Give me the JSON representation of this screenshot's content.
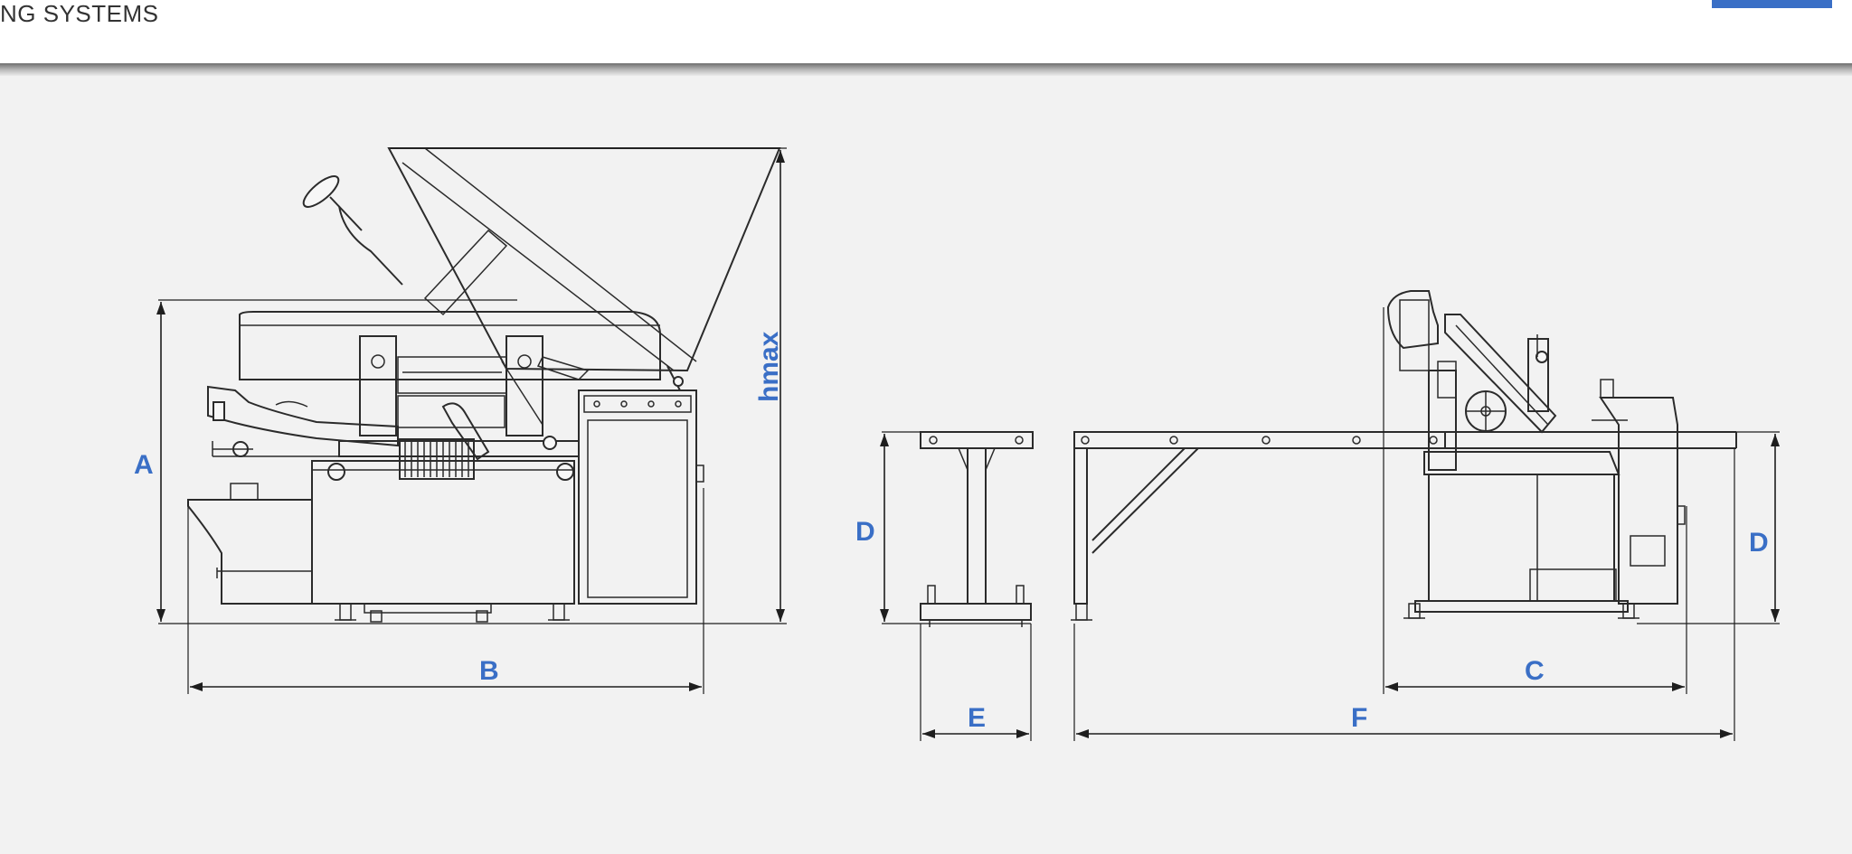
{
  "header": {
    "brand_text": "NG SYSTEMS",
    "accent_color": "#3a6fc6"
  },
  "diagram": {
    "labels": {
      "A": "A",
      "B": "B",
      "hmax": "hmax",
      "D_left": "D",
      "E": "E",
      "F": "F",
      "C": "C",
      "D_right": "D"
    },
    "label_color": "#3a6fc6",
    "line_color": "#2b2b2b",
    "background": "#f2f2f2"
  }
}
